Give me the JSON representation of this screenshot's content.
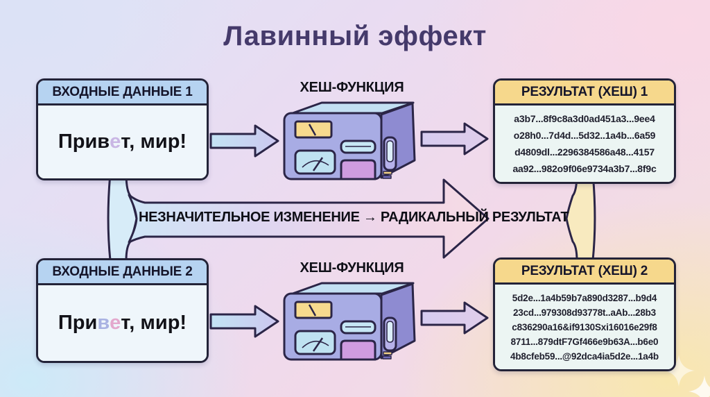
{
  "title": "Лавинный эффект",
  "row1": {
    "input": {
      "header": "ВХОДНЫЕ ДАННЫЕ 1",
      "text_pre": "Прив",
      "text_hl": "е",
      "text_post": "т, мир!"
    },
    "machine_label": "ХЕШ-ФУНКЦИЯ",
    "result": {
      "header": "РЕЗУЛЬТАТ (ХЕШ) 1",
      "lines": [
        "a3b7...8f9c8a3d0ad451a3...9ee4",
        "o28h0...7d4d...5d32..1a4b...6a59",
        "d4809dl...2296384586a48...4157",
        "aa92...982o9f06e9734a3b7...8f9c"
      ]
    }
  },
  "middle": {
    "label": "НЕЗНАЧИТЕЛЬНОЕ ИЗМЕНЕНИЕ → РАДИКАЛЬНЫЙ РЕЗУЛЬТАТ"
  },
  "row2": {
    "input": {
      "header": "ВХОДНЫЕ ДАННЫЕ 2",
      "text_pre": "При",
      "text_hl1": "в",
      "text_hl2": "е",
      "text_post": "т, мир!"
    },
    "machine_label": "ХЕШ-ФУНКЦИЯ",
    "result": {
      "header": "РЕЗУЛЬТАТ (ХЕШ) 2",
      "lines": [
        "5d2e...1a4b59b7a890d3287...b9d4",
        "23cd...979308d93778t..aAb...28b3",
        "c836290a16&if9130Sxi16016e29f8",
        "8711...879dtF7Gf466e9b63A...b6e0",
        "4b8cfeb59...@92dca4ia5d2e...1a4b"
      ]
    }
  },
  "colors": {
    "title": "#453a6b",
    "outline": "#232338",
    "input_header": "#b6d3f1",
    "result_header": "#f6d88c",
    "hl_lavender": "#c9b6e4",
    "hl_blue": "#a9b2e2",
    "hl_pink": "#e3a8cd"
  }
}
